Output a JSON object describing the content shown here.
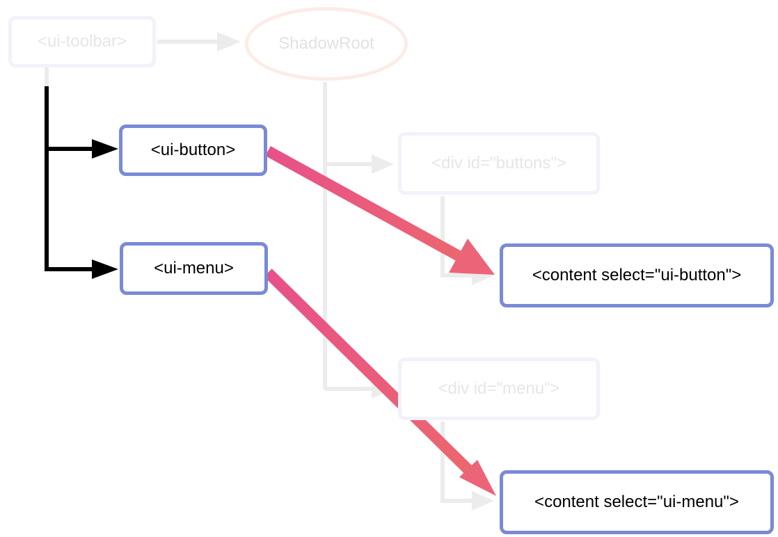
{
  "nodes": {
    "ui_toolbar": "<ui-toolbar>",
    "shadow_root": "ShadowRoot",
    "div_buttons": "<div id=\"buttons\">",
    "div_menu": "<div id=\"menu\">",
    "ui_button": "<ui-button>",
    "ui_menu": "<ui-menu>",
    "content_button": "<content select=\"ui-button\">",
    "content_menu": "<content select=\"ui-menu\">"
  },
  "colors": {
    "faded_line": "#ececec",
    "faded_border": "#f1f2fa",
    "active_border": "#7a8ad6",
    "tree_line": "#000000",
    "projection_arrow_start": "#e8508a",
    "projection_arrow_end": "#ec6a6a"
  }
}
